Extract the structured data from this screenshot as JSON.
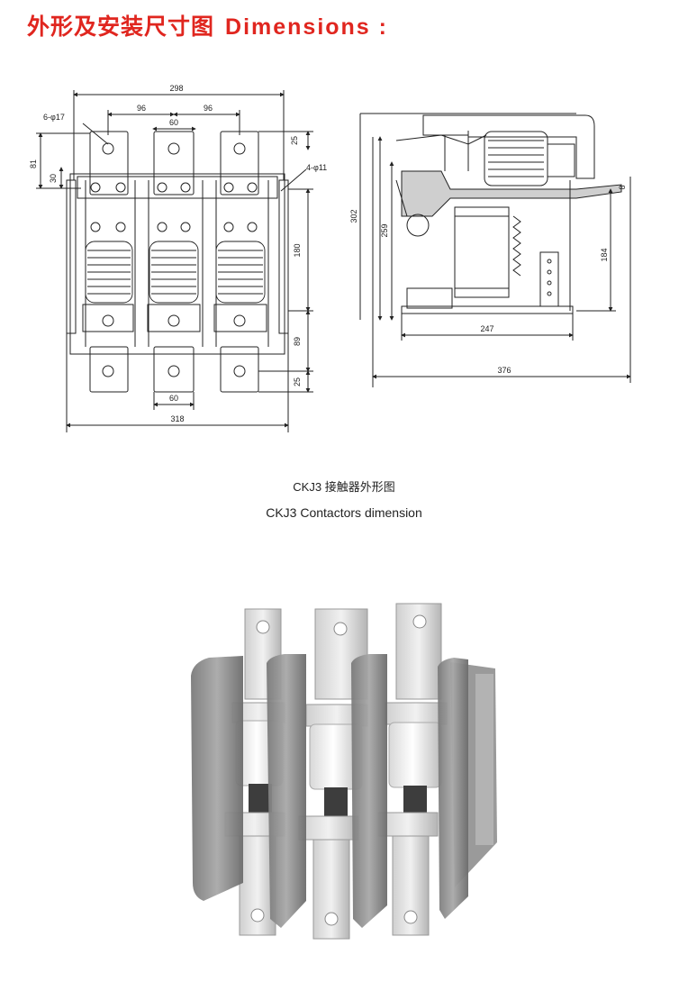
{
  "header": {
    "title_cn": "外形及安装尺寸图",
    "title_en": "Dimensions :"
  },
  "front_view": {
    "dims": {
      "overall_width": "298",
      "pitch_left": "96",
      "pitch_right": "96",
      "terminal_width_top": "60",
      "hole_callout": "6-φ17",
      "height_81": "81",
      "height_30": "30",
      "top_25": "25",
      "mount_callout": "4-φ11",
      "height_180": "180",
      "height_89": "89",
      "bottom_25": "25",
      "terminal_width_bottom": "60",
      "base_width": "318"
    }
  },
  "side_view": {
    "dims": {
      "total_height": "302",
      "height_259": "259",
      "height_184": "184",
      "thickness_8": "8",
      "base_247": "247",
      "length_376": "376"
    }
  },
  "captions": {
    "cn": "CKJ3 接触器外形图",
    "en": "CKJ3 Contactors dimension"
  },
  "colors": {
    "title": "#e0261f",
    "line": "#222222",
    "photo_plate": "#8c8c8c"
  }
}
